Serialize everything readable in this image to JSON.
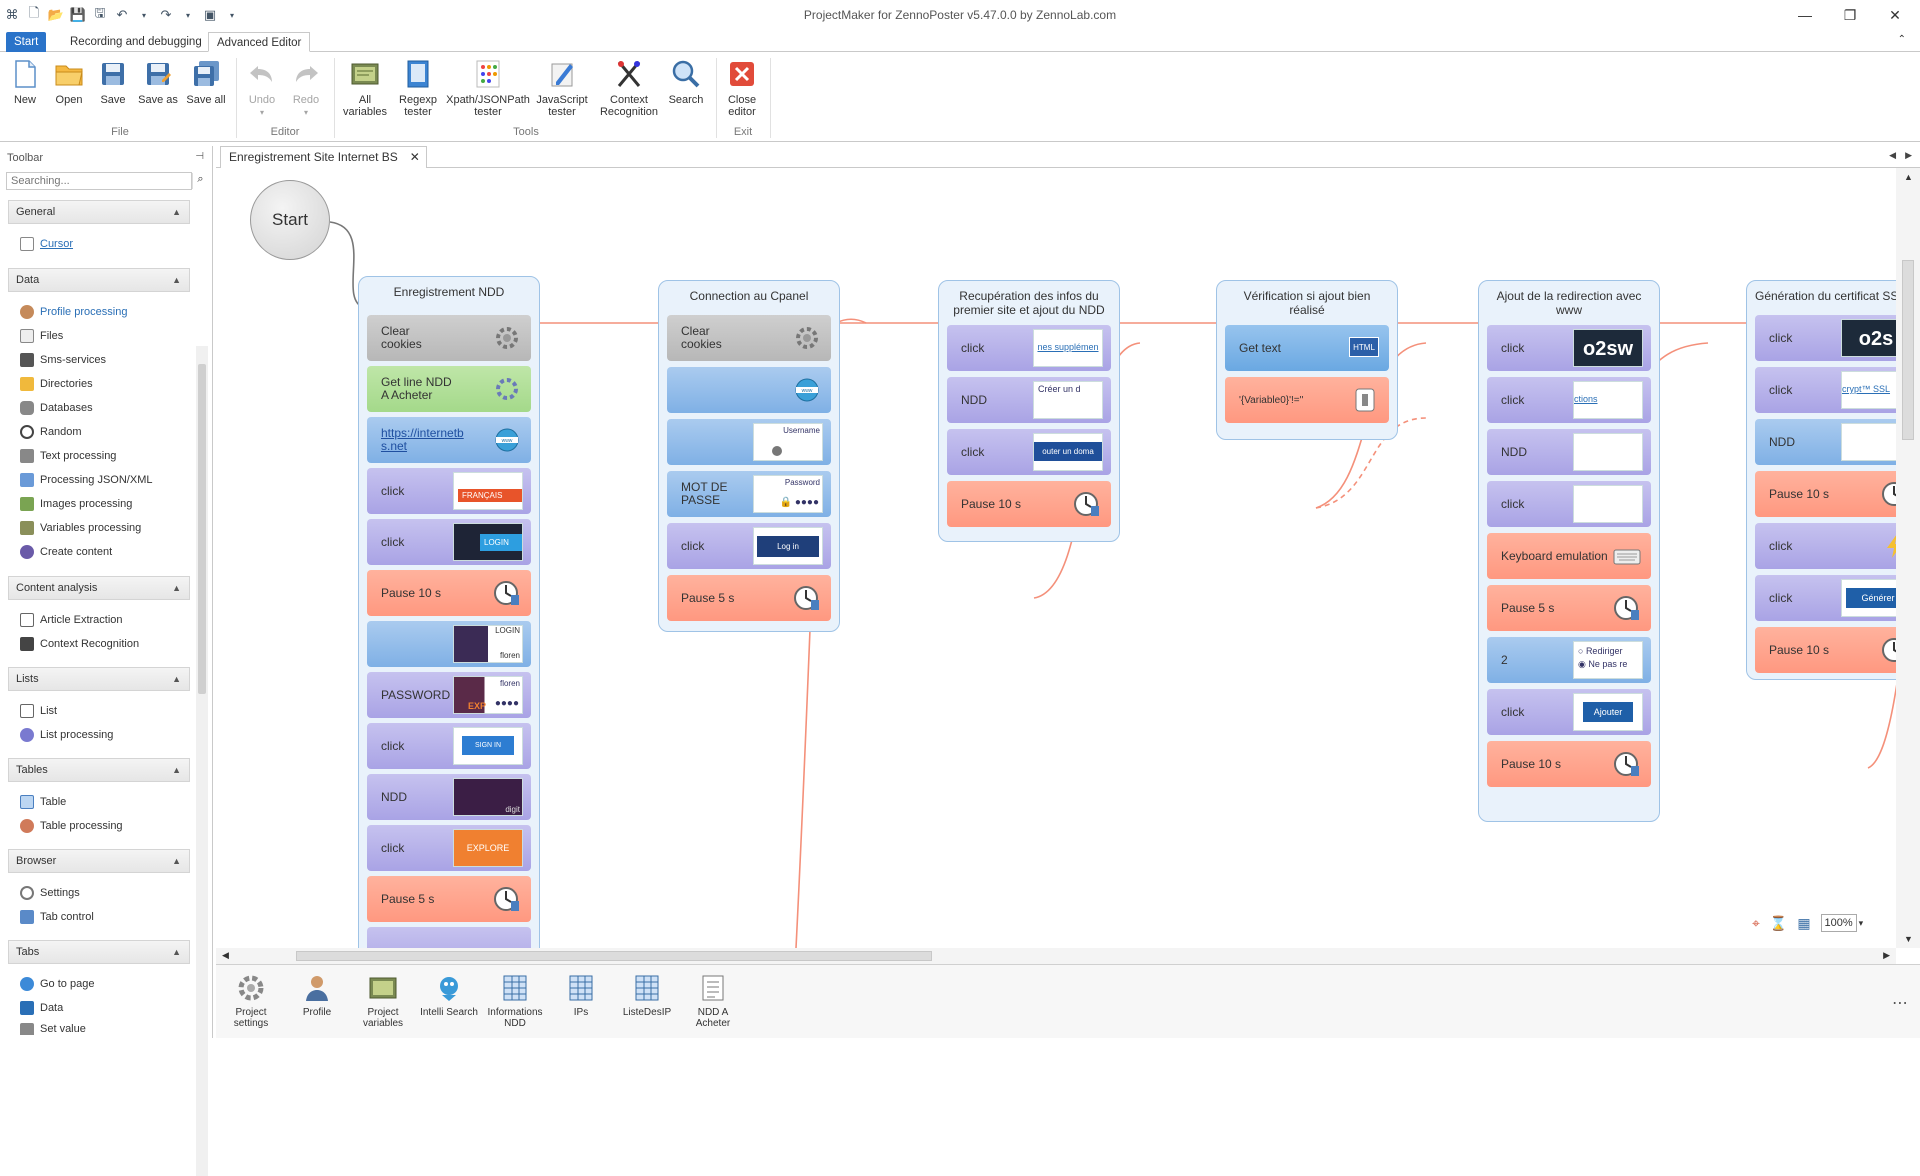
{
  "app_title": "ProjectMaker for ZennoPoster v5.47.0.0 by ZennoLab.com",
  "ribbon_tabs": [
    "Start",
    "Recording and debugging",
    "Advanced Editor"
  ],
  "ribbon": {
    "file": [
      "New",
      "Open",
      "Save",
      "Save as",
      "Save all"
    ],
    "file_label": "File",
    "editor": [
      "Undo",
      "Redo"
    ],
    "editor_label": "Editor",
    "tools": [
      "All\nvariables",
      "Regexp\ntester",
      "Xpath/JSONPath\ntester",
      "JavaScript\ntester",
      "Context\nRecognition",
      "Search"
    ],
    "tools_label": "Tools",
    "exit": [
      "Close\neditor"
    ],
    "exit_label": "Exit"
  },
  "toolbox": {
    "title": "Toolbar",
    "search_placeholder": "Searching...",
    "sections": [
      {
        "name": "General",
        "items": [
          "Cursor"
        ]
      },
      {
        "name": "Data",
        "items": [
          "Profile processing",
          "Files",
          "Sms-services",
          "Directories",
          "Databases",
          "Random",
          "Text processing",
          "Processing JSON/XML",
          "Images processing",
          "Variables processing",
          "Create content"
        ]
      },
      {
        "name": "Content analysis",
        "items": [
          "Article Extraction",
          "Context Recognition"
        ]
      },
      {
        "name": "Lists",
        "items": [
          "List",
          "List processing"
        ]
      },
      {
        "name": "Tables",
        "items": [
          "Table",
          "Table processing"
        ]
      },
      {
        "name": "Browser",
        "items": [
          "Settings",
          "Tab control"
        ]
      },
      {
        "name": "Tabs",
        "items": [
          "Go to page",
          "Data",
          "Set value"
        ]
      }
    ]
  },
  "doc_tab": "Enregistrement Site Internet BS",
  "canvas": {
    "start": "Start",
    "groups": [
      {
        "title": "Enregistrement NDD",
        "blocks": [
          "Clear cookies",
          "Get line NDD A Acheter",
          "https://internetbs.net",
          "click",
          "click",
          "Pause 10 s",
          "",
          "PASSWORD",
          "click",
          "NDD",
          "click",
          "Pause 5 s"
        ]
      },
      {
        "title": "Connection au Cpanel",
        "blocks": [
          "Clear cookies",
          "",
          "",
          "MOT DE PASSE",
          "click",
          "Pause 5 s"
        ]
      },
      {
        "title": "Recupération des infos du premier site et ajout du NDD",
        "blocks": [
          "click",
          "NDD",
          "click",
          "Pause 10 s"
        ]
      },
      {
        "title": "Vérification si ajout bien réalisé",
        "blocks": [
          "Get text",
          "'{Variable0}'!=''"
        ]
      },
      {
        "title": "Ajout de la redirection avec www",
        "blocks": [
          "click",
          "click",
          "NDD",
          "click",
          "Keyboard emulation",
          "Pause 5 s",
          "2",
          "click",
          "Pause 10 s"
        ]
      },
      {
        "title": "Génération du certificat SSL",
        "blocks": [
          "click",
          "click",
          "NDD",
          "Pause 10 s",
          "click",
          "click",
          "Pause 10 s"
        ]
      }
    ],
    "thumb_texts": {
      "francais": "FRANÇAIS",
      "login": "LOGIN",
      "login2": "LOGIN",
      "florent": "floren",
      "florent2": "floren",
      "exp": "EXP",
      "signin": "SIGN IN",
      "digit": "digit",
      "explore": "EXPLORE",
      "username": "Username",
      "password": "Password",
      "log_in": "Log in",
      "services": "nes supplémen",
      "creer": "Créer un d",
      "ajouter_domaine": "outer un doma",
      "html": "HTML",
      "o2sw": "o2sw",
      "actions": "ctions",
      "rediriger": "Rediriger",
      "ne_pas": "Ne pas re",
      "ajouter": "Ajouter",
      "o2s": "o2s",
      "crypt": "crypt™ SSL",
      "generer": "Générer"
    }
  },
  "zoom": "100%",
  "bottom_bar": [
    "Project settings",
    "Profile",
    "Project variables",
    "Intelli Search",
    "Informations NDD",
    "IPs",
    "ListeDesIP",
    "NDD A Acheter"
  ],
  "colors": {
    "accent": "#2a73c9",
    "wire": "#f4907a",
    "group_border": "#9fc3e6"
  }
}
